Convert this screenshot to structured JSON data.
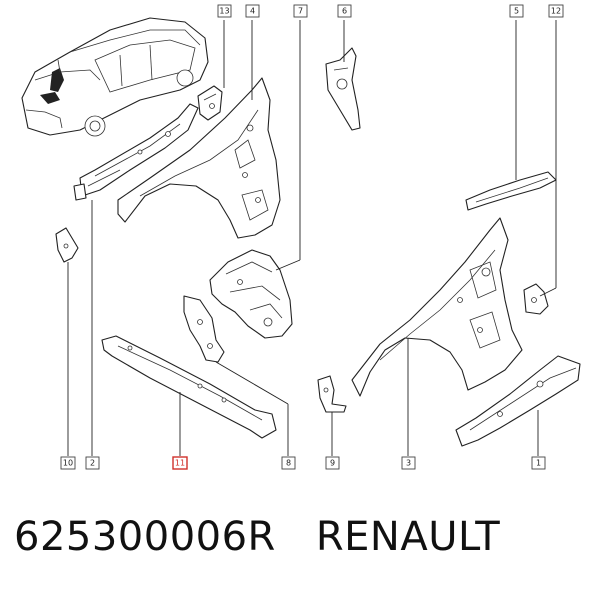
{
  "callouts": [
    {
      "id": "13",
      "label": "13"
    },
    {
      "id": "4",
      "label": "4"
    },
    {
      "id": "7",
      "label": "7"
    },
    {
      "id": "6",
      "label": "6"
    },
    {
      "id": "5",
      "label": "5"
    },
    {
      "id": "12",
      "label": "12"
    },
    {
      "id": "10",
      "label": "10"
    },
    {
      "id": "2",
      "label": "2"
    },
    {
      "id": "11",
      "label": "11",
      "highlight": true
    },
    {
      "id": "8",
      "label": "8"
    },
    {
      "id": "9",
      "label": "9"
    },
    {
      "id": "3",
      "label": "3"
    },
    {
      "id": "1",
      "label": "1"
    }
  ],
  "caption": {
    "part_number": "625300006R",
    "brand": "RENAULT"
  },
  "colors": {
    "line": "#222222",
    "highlight": "#d0302b",
    "background": "#ffffff"
  }
}
